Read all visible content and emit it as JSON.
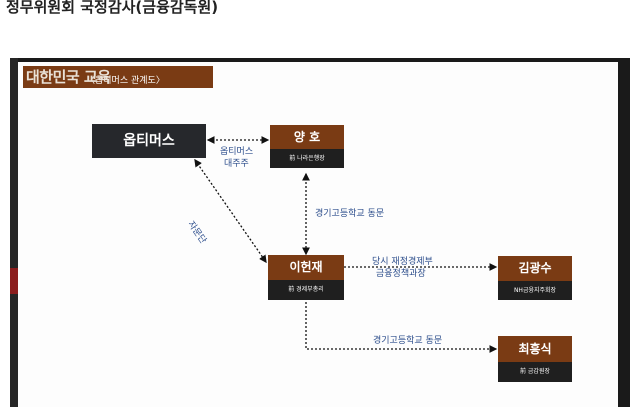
{
  "page_title": "정무위원회 국정감사(금융감독원)",
  "slide": {
    "header_title": "대한민국 교육",
    "header_subtitle": "〈옵티머스 관계도〉",
    "nodes": {
      "optimus": {
        "name": "옵티머스"
      },
      "yangho": {
        "name": "양 호",
        "role": "前 나라은행장"
      },
      "leehyunjae": {
        "name": "이헌재",
        "role": "前 경제부총리"
      },
      "kimgwangsu": {
        "name": "김광수",
        "role": "NH금융지주회장"
      },
      "choiheungsik": {
        "name": "최흥식",
        "role": "前 금감원장"
      }
    },
    "relations": {
      "optimus_yangho_line1": "옵티머스",
      "optimus_yangho_line2": "대주주",
      "optimus_lee": "자문단",
      "yangho_lee": "경기고등학교 동문",
      "lee_kim_line1": "당시 재정경제부",
      "lee_kim_line2": "금융정책과장",
      "lee_choi": "경기고등학교 동문"
    }
  },
  "colors": {
    "box_head": "#7a3b14",
    "box_sub": "#1f1f1f",
    "label_blue": "#2d4e8c"
  }
}
